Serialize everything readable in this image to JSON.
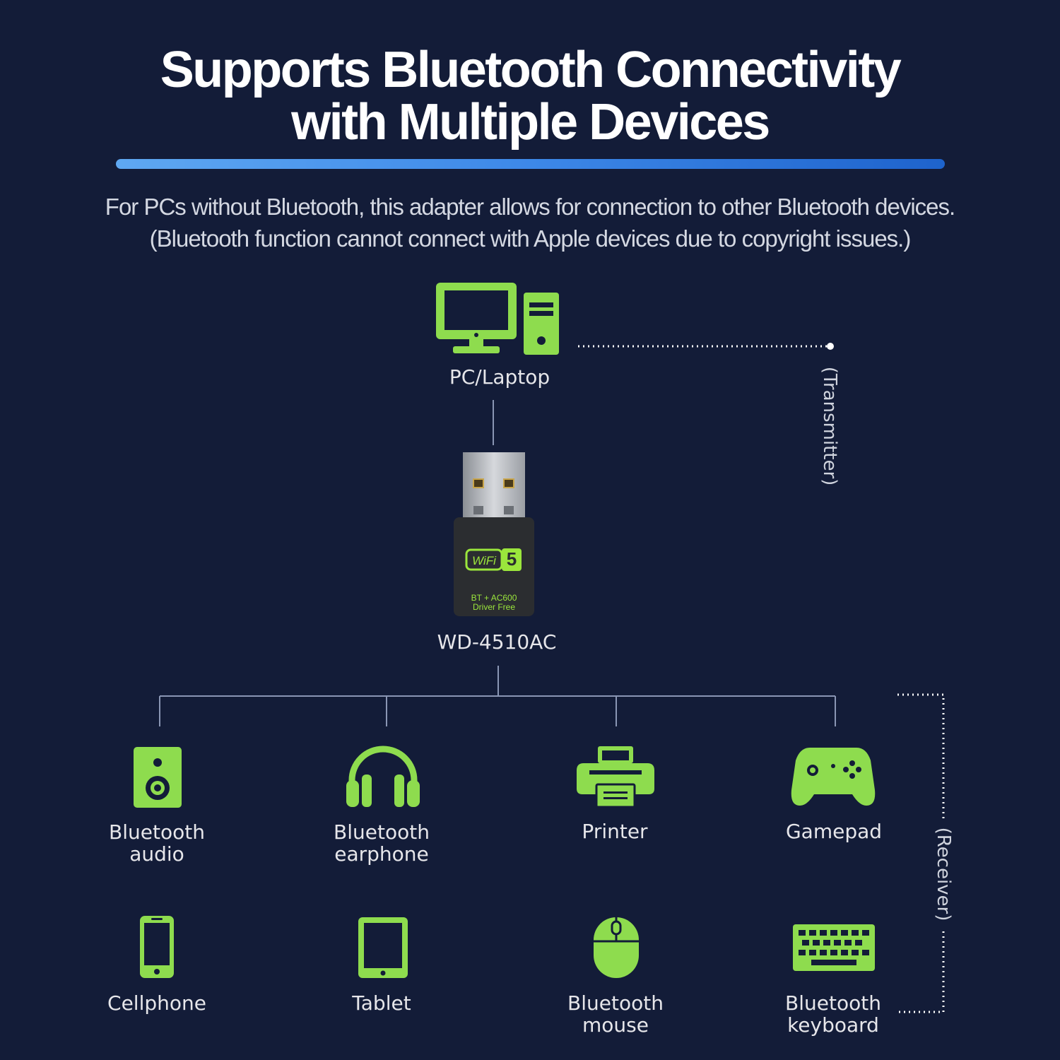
{
  "title": {
    "line1": "Supports Bluetooth Connectivity",
    "line2": "with Multiple Devices"
  },
  "subtitle": {
    "line1": "For PCs without Bluetooth, this adapter allows for connection to other Bluetooth devices.",
    "line2": "(Bluetooth function cannot connect with Apple devices due to copyright issues.)"
  },
  "colors": {
    "background": "#131c38",
    "accent_green": "#8edc4e",
    "line": "#8a96b4",
    "bar_blue": "#3d88e8"
  },
  "pc": {
    "label": "PC/Laptop",
    "icon": "desktop-computer-icon"
  },
  "adapter": {
    "label": "WD-4510AC",
    "badge_wifi": "WiFi",
    "badge_num": "5",
    "text1": "BT + AC600",
    "text2": "Driver Free"
  },
  "transmitter_label": "(Transmitter)",
  "receiver_label": "(Receiver)",
  "devices": [
    {
      "line1": "Bluetooth",
      "line2": "audio",
      "icon": "speaker-icon"
    },
    {
      "line1": "Bluetooth",
      "line2": "earphone",
      "icon": "headphones-icon"
    },
    {
      "line1": "Printer",
      "line2": "",
      "icon": "printer-icon"
    },
    {
      "line1": "Gamepad",
      "line2": "",
      "icon": "gamepad-icon"
    },
    {
      "line1": "Cellphone",
      "line2": "",
      "icon": "cellphone-icon"
    },
    {
      "line1": "Tablet",
      "line2": "",
      "icon": "tablet-icon"
    },
    {
      "line1": "Bluetooth",
      "line2": "mouse",
      "icon": "mouse-icon"
    },
    {
      "line1": "Bluetooth",
      "line2": "keyboard",
      "icon": "keyboard-icon"
    }
  ]
}
